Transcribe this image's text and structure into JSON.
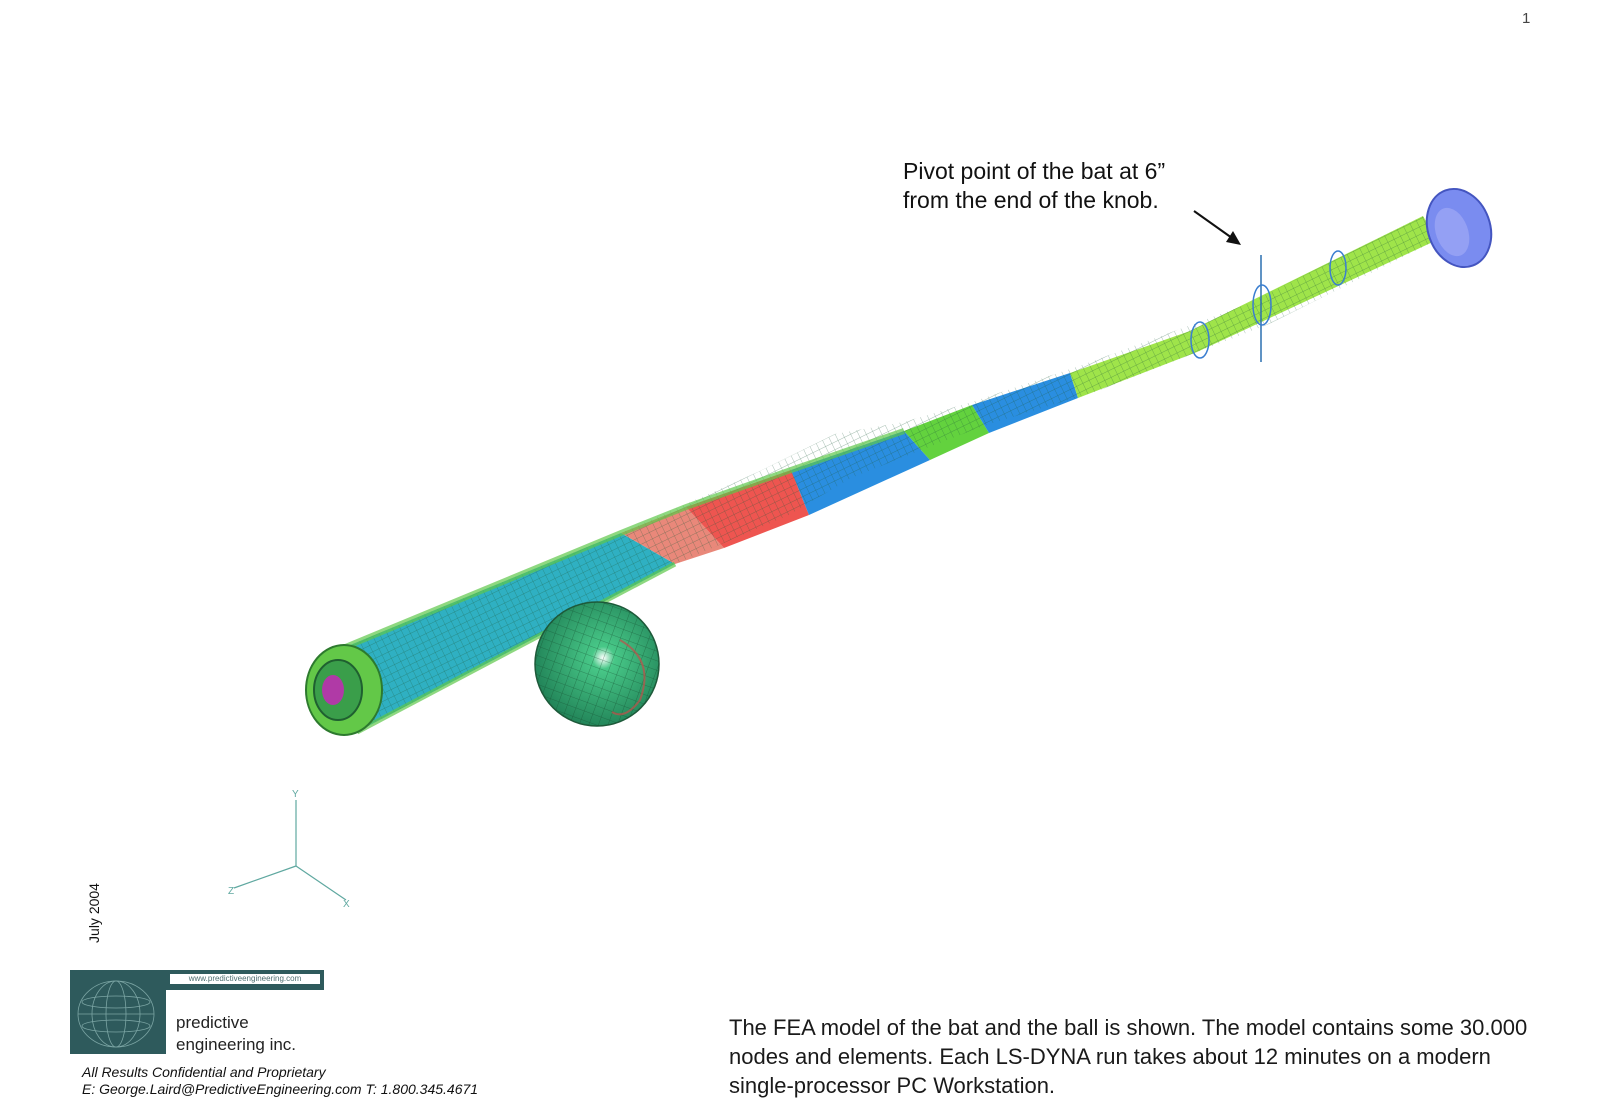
{
  "page": {
    "number": "1"
  },
  "annotation": {
    "line1": "Pivot point of the bat at 6”",
    "line2": "from the end of the knob."
  },
  "axis_triad": {
    "labels": {
      "y": "Y",
      "z": "Z",
      "x": "X"
    }
  },
  "date_label": "July 2004",
  "logo": {
    "url": "www.predictiveengineering.com",
    "name_line1": "predictive",
    "name_line2": "engineering inc."
  },
  "legal": {
    "line1": "All Results Confidential and Proprietary",
    "line2": "E: George.Laird@PredictiveEngineering.com   T: 1.800.345.4671"
  },
  "caption": "The FEA model of the bat and the ball is shown. The model contains some 30.000 nodes and elements. Each LS-DYNA run takes about 12 minutes on a modern single-processor PC Workstation.",
  "colors": {
    "barrel": "#2fb0c2",
    "salmon": "#e9887a",
    "red": "#ee5550",
    "blue": "#2a8ee0",
    "green": "#63d23e",
    "lime": "#9fe44a",
    "knob": "#7a8cf0",
    "ball": "#2fa86a"
  }
}
